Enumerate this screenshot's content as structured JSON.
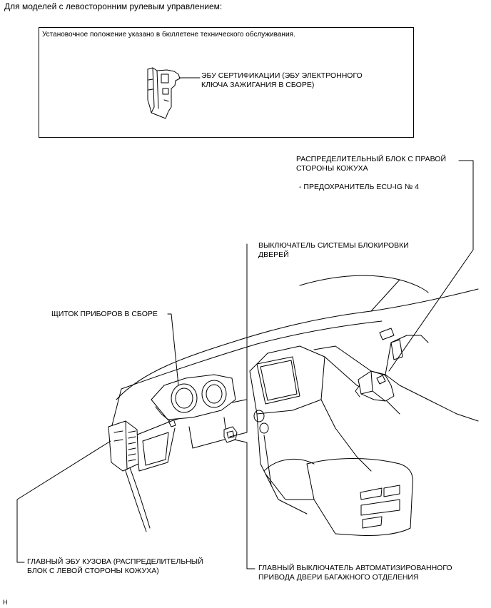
{
  "heading": "Для моделей с левосторонним рулевым управлением:",
  "note_box": {
    "text": "Установочное положение указано в бюллетене технического обслуживания.",
    "label": "ЭБУ СЕРТИФИКАЦИИ (ЭБУ ЭЛЕКТРОННОГО\nКЛЮЧА ЗАЖИГАНИЯ В СБОРЕ)"
  },
  "callouts": {
    "junction_right": "РАСПРЕДЕЛИТЕЛЬНЫЙ БЛОК С ПРАВОЙ\nСТОРОНЫ КОЖУХА",
    "fuse": "- ПРЕДОХРАНИТЕЛЬ ECU-IG № 4",
    "door_lock_switch": "ВЫКЛЮЧАТЕЛЬ СИСТЕМЫ БЛОКИРОВКИ\nДВЕРЕЙ",
    "combination_meter": "ЩИТОК ПРИБОРОВ В СБОРЕ",
    "main_body_ecu": "ГЛАВНЫЙ ЭБУ КУЗОВА (РАСПРЕДЕЛИТЕЛЬНЫЙ\nБЛОК С ЛЕВОЙ СТОРОНЫ КОЖУХА)",
    "back_door_switch": "ГЛАВНЫЙ ВЫКЛЮЧАТЕЛЬ АВТОМАТИЗИРОВАННОГО\nПРИВОДА ДВЕРИ БАГАЖНОГО ОТДЕЛЕНИЯ"
  },
  "footer_code": "H"
}
